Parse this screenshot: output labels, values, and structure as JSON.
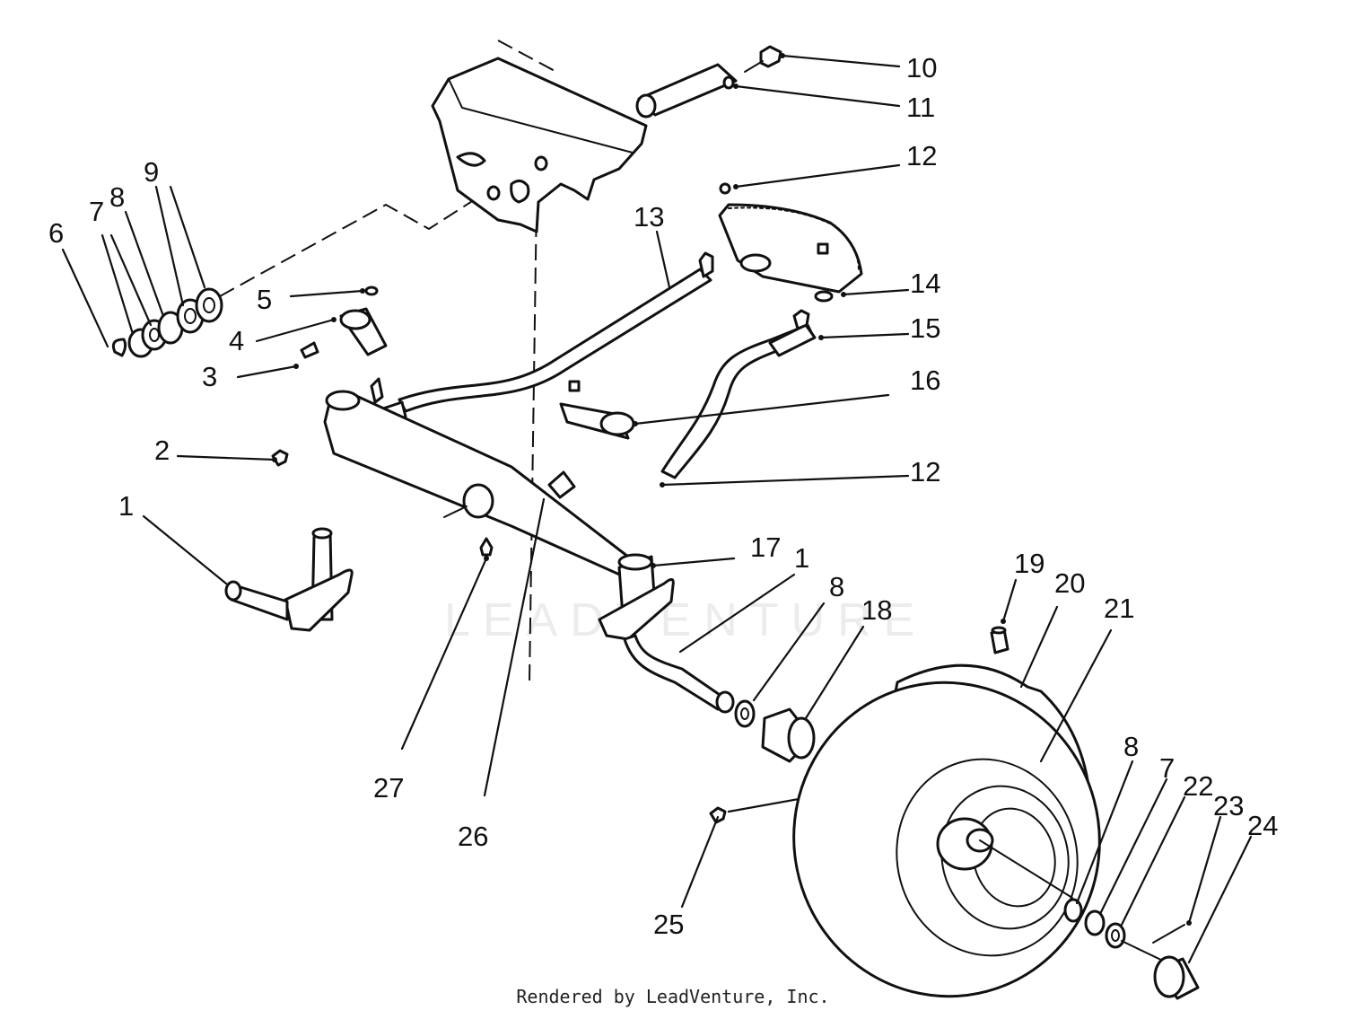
{
  "footer": {
    "text": "Rendered by LeadVenture, Inc."
  },
  "watermark": {
    "text": "LEADVENTURE"
  },
  "callouts": {
    "n1a": "1",
    "n1b": "1",
    "n2": "2",
    "n3": "3",
    "n4": "4",
    "n5": "5",
    "n6": "6",
    "n7a": "7",
    "n7b": "7",
    "n8a": "8",
    "n8b": "8",
    "n8c": "8",
    "n9": "9",
    "n10": "10",
    "n11": "11",
    "n12a": "12",
    "n12b": "12",
    "n13": "13",
    "n14": "14",
    "n15": "15",
    "n16": "16",
    "n17": "17",
    "n18": "18",
    "n19": "19",
    "n20": "20",
    "n21": "21",
    "n22": "22",
    "n23": "23",
    "n24": "24",
    "n25": "25",
    "n26": "26",
    "n27": "27"
  },
  "colors": {
    "line": "#111111",
    "background": "#ffffff",
    "watermark": "#ececec"
  }
}
